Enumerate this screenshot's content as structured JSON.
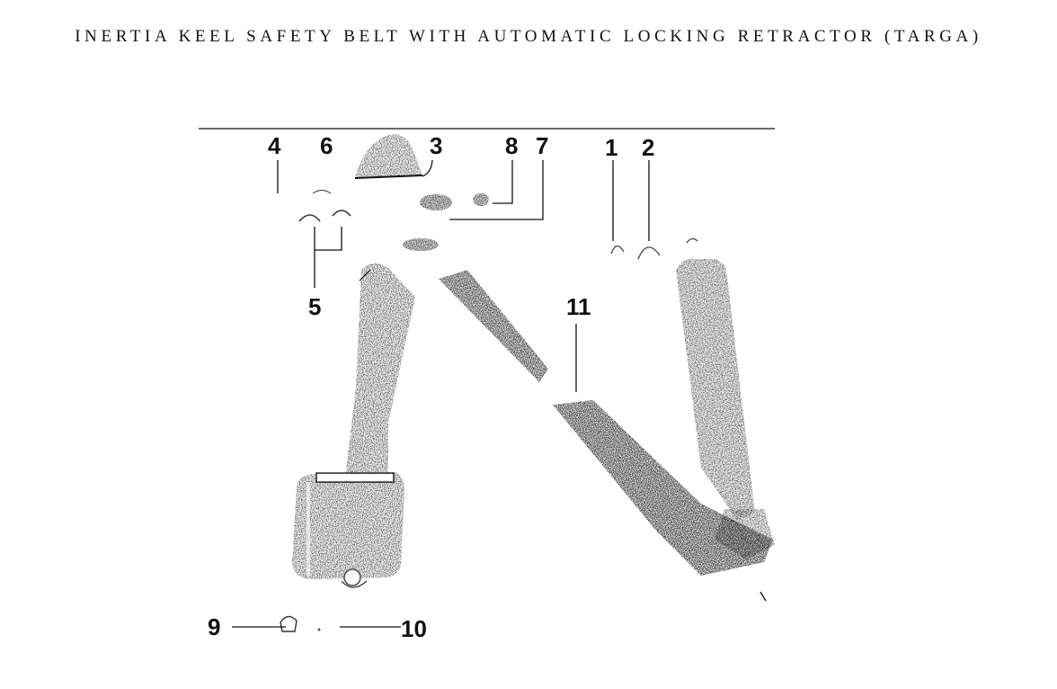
{
  "title": "INERTIA KEEL SAFETY BELT WITH AUTOMATIC LOCKING RETRACTOR (TARGA)",
  "callouts": {
    "c1": "1",
    "c2": "2",
    "c3": "3",
    "c4": "4",
    "c5": "5",
    "c6": "6",
    "c7": "7",
    "c8": "8",
    "c9": "9",
    "c10": "10",
    "c11": "11"
  }
}
